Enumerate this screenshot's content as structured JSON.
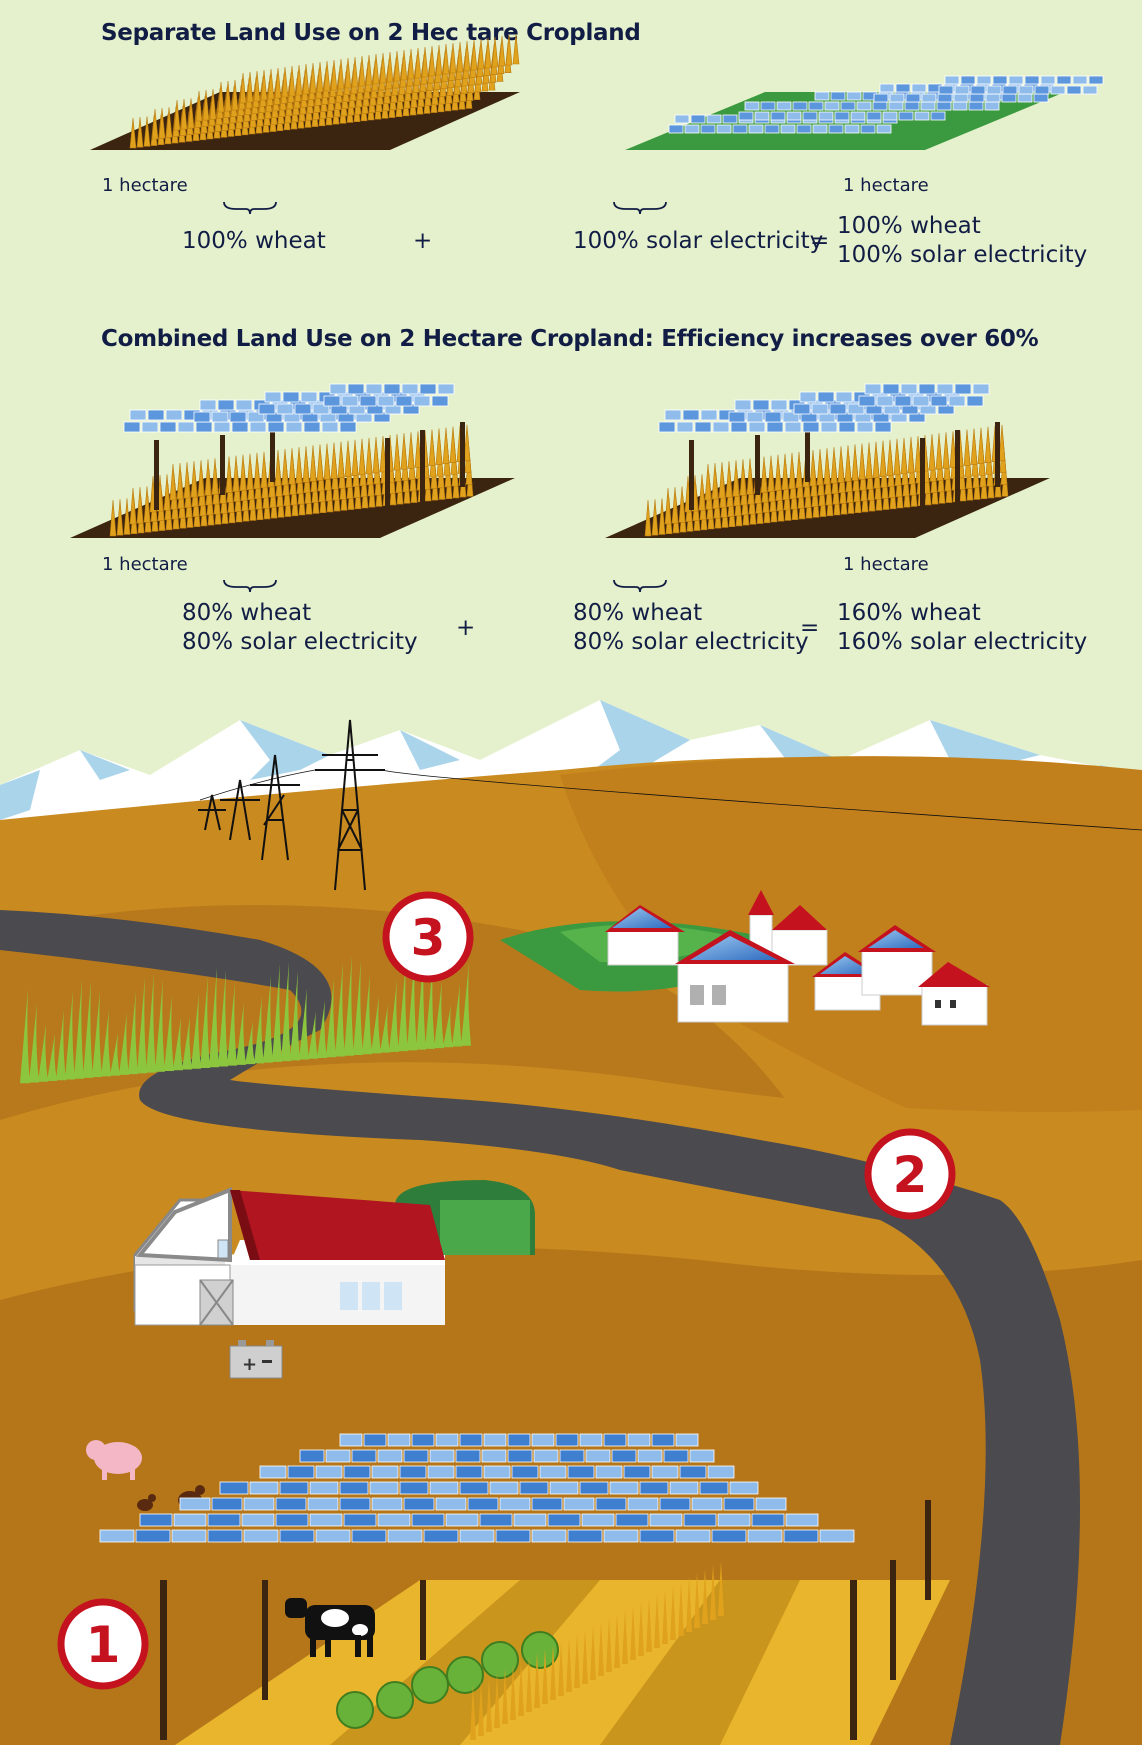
{
  "separate": {
    "title": "Separate Land Use on 2 Hec tare Cropland",
    "left_area": "1 hectare",
    "right_area": "1 hectare",
    "left_result": "100% wheat",
    "plus": "+",
    "right_result": "100% solar electricity",
    "equals": "=",
    "total_line1": "100% wheat",
    "total_line2": "100% solar electricity"
  },
  "combined": {
    "title": "Combined Land Use on 2 Hectare Cropland: Efficiency increases over 60%",
    "left_area": "1 hectare",
    "right_area": "1 hectare",
    "left_line1": "80% wheat",
    "left_line2": "80% solar electricity",
    "plus": "+",
    "right_line1": "80% wheat",
    "right_line2": "80% solar electricity",
    "equals": "=",
    "total_line1": "160% wheat",
    "total_line2": "160% solar electricity"
  },
  "markers": {
    "farm": "1",
    "village": "2",
    "grid": "3"
  },
  "colors": {
    "background": "#e5f1cc",
    "text": "#121d45",
    "wheat": "#e0a21c",
    "soil": "#3b2410",
    "solar": "#3f7fd0",
    "field_green": "#3b9a3f",
    "hill": "#c98a20",
    "road": "#4a4a4f",
    "roof_red": "#c4121f",
    "marker_red": "#c4121f"
  }
}
